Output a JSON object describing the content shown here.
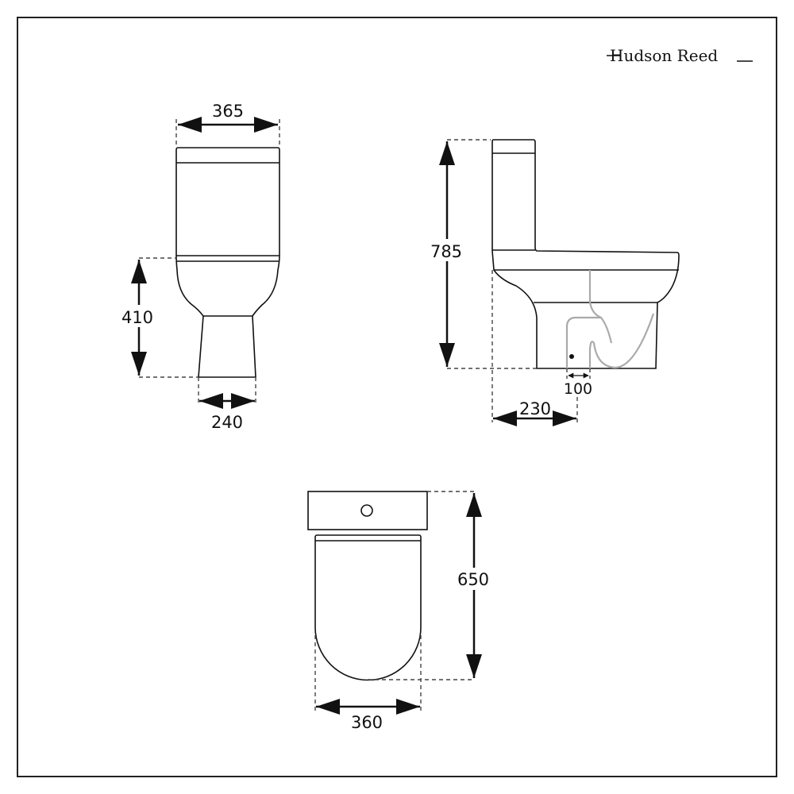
{
  "brand": "Hudson Reed",
  "front_view": {
    "width_label": "365",
    "seat_height_label": "410",
    "pedestal_width_label": "240"
  },
  "side_view": {
    "height_label": "785",
    "outlet_label": "100",
    "wall_to_outlet_label": "230"
  },
  "top_view": {
    "depth_label": "650",
    "width_label": "360"
  }
}
